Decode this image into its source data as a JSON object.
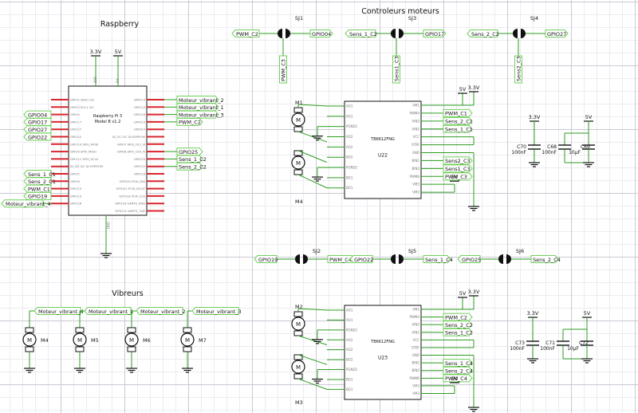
{
  "sections": {
    "raspberry": "Raspberry",
    "controleurs": "Controleurs moteurs",
    "vibreurs": "Vibreurs"
  },
  "rails": {
    "v33": "3.3V",
    "v5": "5V"
  },
  "rpi": {
    "name1": "Raspberry Pi 3",
    "name2": "Model B v1.2",
    "left_pins": [
      "GPIO2 SDA1 I2C",
      "GPIO3 SCL1 I2C",
      "GPIO4",
      "GPIO17",
      "GPIO27",
      "GPIO22",
      "GPIO10 SPI0_MOSI",
      "GPIO9 SPI0_MISO",
      "GPIO11 SPI0_SCLK",
      "ID_SD I2C ID EEPROM",
      "GPIO5",
      "GPIO6",
      "GPIO13",
      "GPIO19",
      "GPIO26"
    ],
    "right_pins": [
      "GPIO14",
      "GPIO15",
      "GPIO18",
      "GPIO23",
      "GPIO24",
      "ID_SC I2C ID EEPROM",
      "GPIO7 SPI0_CE1_N",
      "GPIO8 SPI0_CE0_N",
      "GPIO25",
      "GPIO12",
      "GPIO16",
      "GPIO20 PCM_DIN",
      "GPIO21 PCM_DOUT",
      "GPIO18 PCM_CLK",
      "GPIO16 UART0_RXD",
      "GPIO14 UART0_TXD"
    ],
    "left_labels": [
      "GPIO04",
      "GPIO17",
      "GPIO27",
      "GPIO22",
      "Sens_1_C1",
      "Sens_2_C1",
      "PWM_C1",
      "GPIO19",
      "Moteur_vibrant_4"
    ],
    "right_labels": [
      "Moteur_vibrant_2",
      "Moteur_vibrant_1",
      "Moteur_vibrant_3",
      "PWM_C2",
      "GPIO25",
      "Sens_1_C2",
      "Sens_2_C2"
    ],
    "top_pins": [
      "3V3",
      "5V"
    ],
    "bottom_pin": "GND"
  },
  "jumpers": [
    {
      "ref": "SJ1",
      "left": "PWM_C2",
      "right": "GPIO04",
      "bottom": "PWM_C3"
    },
    {
      "ref": "SJ3",
      "left": "Sens_1_C2",
      "right": "GPIO17",
      "bottom": "Sens1_C3"
    },
    {
      "ref": "SJ4",
      "left": "Sens_2_C2",
      "right": "GPIO27",
      "bottom": "Sens2_C3"
    },
    {
      "ref": "SJ2",
      "left": "GPIO19",
      "right": "PWM_C4"
    },
    {
      "ref": "SJ5",
      "left": "GPIO22",
      "right": "Sens_1_C4"
    },
    {
      "ref": "SJ6",
      "left": "GPIO25",
      "right": "Sens_2_C4"
    }
  ],
  "drivers": [
    {
      "ref": "U22",
      "part": "TB6612FNG",
      "motor_a": "M1",
      "motor_b": "M4",
      "left_pins": [
        "AO1",
        "AO1",
        "PGND1",
        "AO2",
        "AO2",
        "BO2",
        "PGND2",
        "BO1",
        "BO1"
      ],
      "right_pins": [
        "VM1",
        "PWMA",
        "AIN2",
        "AIN1",
        "VCC",
        "STBY",
        "GND",
        "BIN1",
        "BIN2",
        "PWMB",
        "VM3",
        "VM2"
      ],
      "labels": [
        "PWM_C1",
        "Sens_2_C1",
        "Sens_1_C1",
        "Sens2_C3",
        "Sens1_C3",
        "PWM_C3"
      ]
    },
    {
      "ref": "U23",
      "part": "TB6612FNG",
      "motor_a": "M2",
      "motor_b": "M3",
      "left_pins": [
        "AO1",
        "AO1",
        "PGND1",
        "AO2",
        "AO2",
        "BO2",
        "PGND2",
        "BO1",
        "BO1"
      ],
      "right_pins": [
        "VM1",
        "PWMA",
        "AIN2",
        "AIN1",
        "VCC",
        "STBY",
        "GND",
        "BIN1",
        "BIN2",
        "PWMB",
        "VM3",
        "VM2"
      ],
      "labels": [
        "PWM_C2",
        "Sens_2_C2",
        "Sens_1_C2",
        "Sens_1_C4",
        "Sens_2_C4",
        "PWM_C4"
      ]
    }
  ],
  "caps": [
    {
      "ref": "C70",
      "value": "100nF"
    },
    {
      "ref": "C68",
      "value": "100nF"
    },
    {
      "ref": "C69",
      "value": "10µF"
    },
    {
      "ref": "C73",
      "value": "100nF"
    },
    {
      "ref": "C71",
      "value": "100nF"
    },
    {
      "ref": "C72",
      "value": "10µF"
    }
  ],
  "vibrators": [
    {
      "ref": "M4",
      "label": "Moteur_vibrant_4"
    },
    {
      "ref": "M5",
      "label": "Moteur_vibrant_1"
    },
    {
      "ref": "M6",
      "label": "Moteur_vibrant_2"
    },
    {
      "ref": "M7",
      "label": "Moteur_vibrant_3"
    }
  ],
  "motor_symbol": "M",
  "colors": {
    "wire": "#2d9c1f",
    "net_label": "#6fcf5a",
    "pin": "#d8262e",
    "ink": "#111111"
  }
}
